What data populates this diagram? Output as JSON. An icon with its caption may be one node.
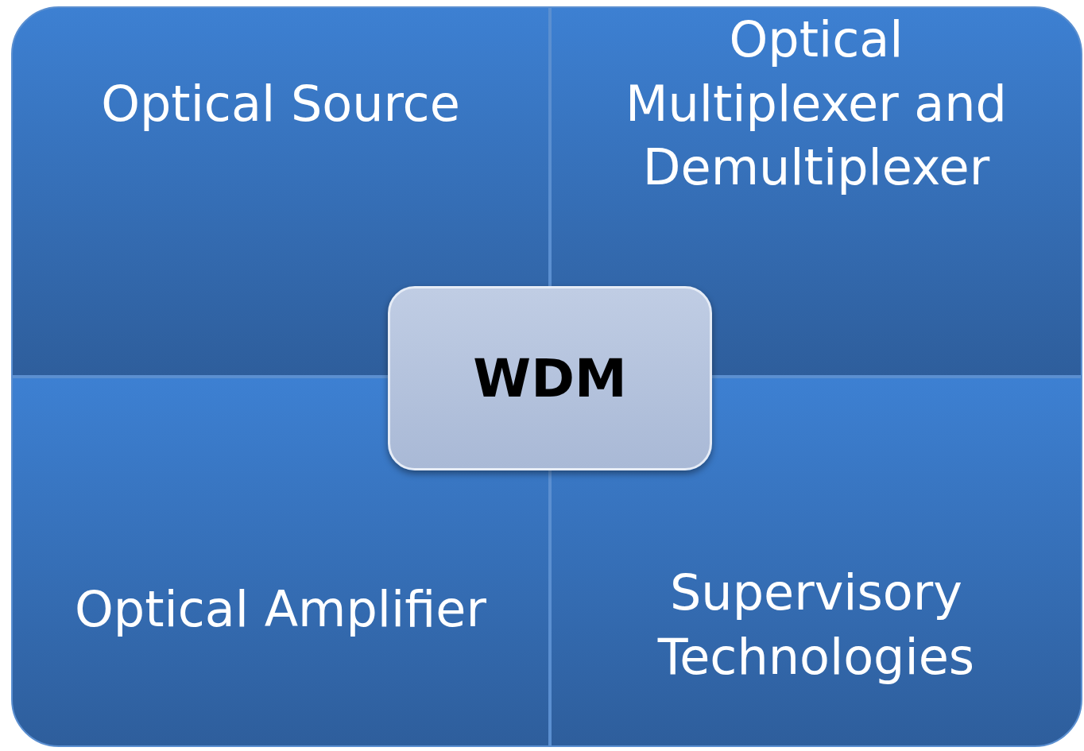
{
  "diagram": {
    "nodes": [
      {
        "text": [
          "Optical Source"
        ]
      },
      {
        "text": [
          "Optical Multiplexer and Demultiplexer"
        ]
      },
      {
        "text": [
          "WDM"
        ]
      },
      {
        "text": [
          "Optical Amplifier"
        ]
      },
      {
        "text": [
          "Supervisory Technologies"
        ]
      }
    ]
  }
}
